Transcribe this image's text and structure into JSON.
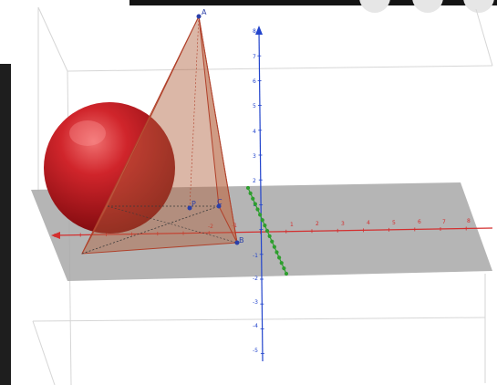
{
  "app": "GeoGebra 3D Graphics",
  "scene": {
    "points": [
      {
        "label": "A"
      },
      {
        "label": "B"
      },
      {
        "label": "C"
      },
      {
        "label": "P"
      }
    ],
    "axes": {
      "x_tick_labels": [
        "1",
        "2",
        "3",
        "4",
        "5",
        "6",
        "7",
        "8"
      ],
      "x_negative_labels": [
        "-1",
        "-2"
      ],
      "z_tick_labels": [
        "8",
        "7",
        "6",
        "5",
        "4",
        "3",
        "2",
        "1",
        "-1",
        "-2",
        "-3",
        "-4",
        "-5"
      ]
    },
    "colors": {
      "x_axis": "#d32f2f",
      "y_axis": "#2e9e2e",
      "z_axis": "#2244cc",
      "sphere": "#c0161a",
      "pyramid": "#b0603c",
      "plane": "#9e9e9e",
      "point": "#2b3fa8"
    }
  }
}
